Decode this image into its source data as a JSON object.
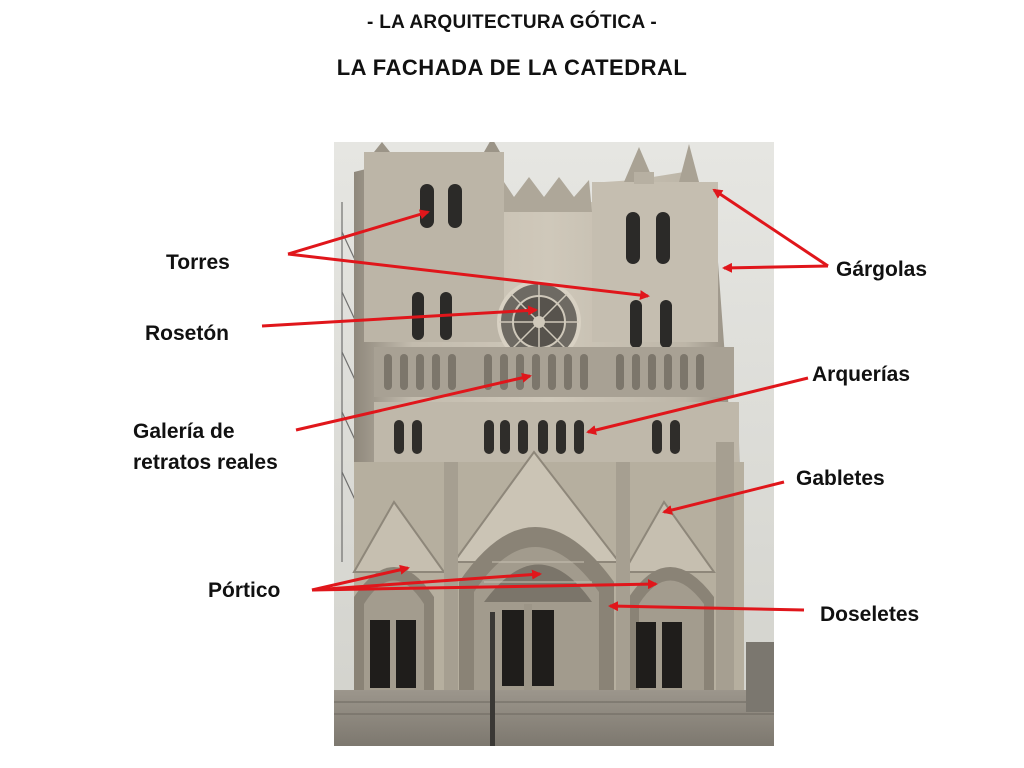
{
  "header": {
    "title": "- LA ARQUITECTURA GÓTICA -",
    "subtitle": "LA FACHADA DE LA CATEDRAL"
  },
  "labels": {
    "torres": "Torres",
    "roseton": "Rosetón",
    "galeria_line1": "Galería de",
    "galeria_line2": "retratos reales",
    "portico": "Pórtico",
    "gargolas": "Gárgolas",
    "arquerias": "Arquerías",
    "gabletes": "Gabletes",
    "doseletes": "Doseletes"
  },
  "colors": {
    "arrow": "#e0161b",
    "stone": "#b9b2a4",
    "sky": "#dcdcd8"
  }
}
